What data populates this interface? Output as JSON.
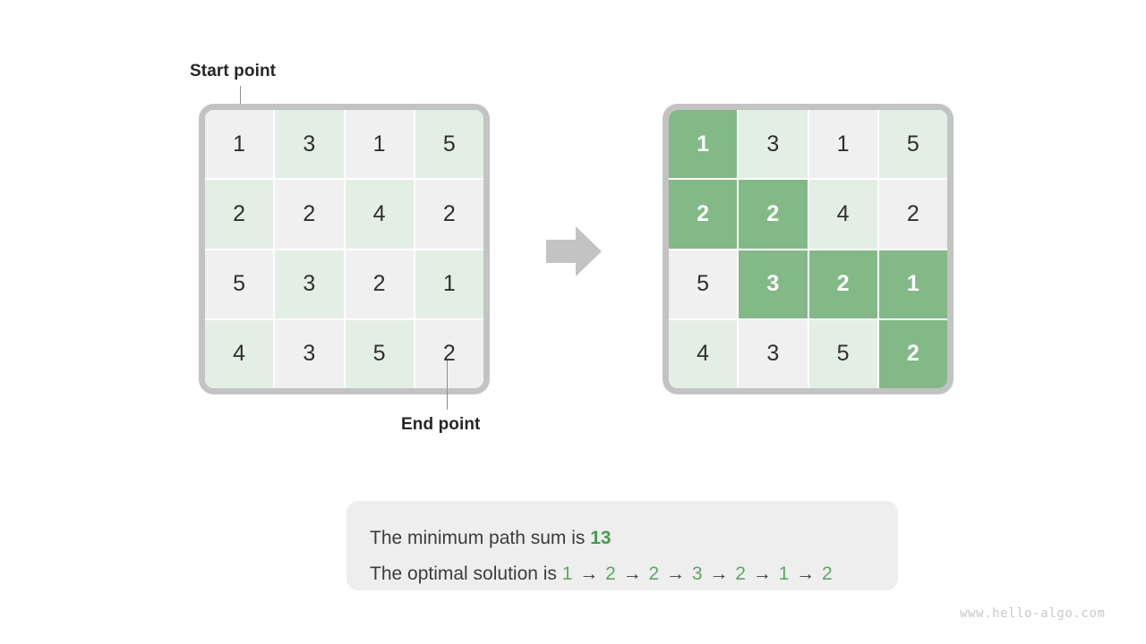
{
  "figure": {
    "title_left_label": "Start point",
    "title_end_label": "End point",
    "arrow_icon": "right-block-arrow",
    "watermark": "www.hello-algo.com"
  },
  "colors": {
    "cell_gray": "#f0f0f0",
    "cell_green_tint": "#e3efe4",
    "path_green": "#83b987",
    "frame_gray": "#c3c3c3",
    "accent_green": "#4a9a52",
    "text_dark": "#3c3c3c",
    "caption_bg": "#eeeeee",
    "arrow_gray": "#c3c3c3"
  },
  "chart_data": {
    "type": "heatmap",
    "title": "Minimum path sum grid",
    "rows": 4,
    "cols": 4,
    "values": [
      [
        1,
        3,
        1,
        5
      ],
      [
        2,
        2,
        4,
        2
      ],
      [
        5,
        3,
        2,
        1
      ],
      [
        4,
        3,
        5,
        2
      ]
    ],
    "checker_pattern": [
      [
        "a",
        "b",
        "a",
        "b"
      ],
      [
        "b",
        "a",
        "b",
        "a"
      ],
      [
        "a",
        "b",
        "a",
        "b"
      ],
      [
        "b",
        "a",
        "b",
        "a"
      ]
    ],
    "path_cells": [
      [
        0,
        0
      ],
      [
        1,
        0
      ],
      [
        1,
        1
      ],
      [
        2,
        1
      ],
      [
        2,
        2
      ],
      [
        2,
        3
      ],
      [
        3,
        3
      ]
    ],
    "path_values": [
      1,
      2,
      2,
      3,
      2,
      1,
      2
    ],
    "minimum_path_sum": 13,
    "start_cell": [
      0,
      0
    ],
    "end_cell": [
      3,
      3
    ]
  },
  "grid_left": {
    "name": "input-grid",
    "cells": [
      {
        "value": "1",
        "shade": "a",
        "path": false
      },
      {
        "value": "3",
        "shade": "b",
        "path": false
      },
      {
        "value": "1",
        "shade": "a",
        "path": false
      },
      {
        "value": "5",
        "shade": "b",
        "path": false
      },
      {
        "value": "2",
        "shade": "b",
        "path": false
      },
      {
        "value": "2",
        "shade": "a",
        "path": false
      },
      {
        "value": "4",
        "shade": "b",
        "path": false
      },
      {
        "value": "2",
        "shade": "a",
        "path": false
      },
      {
        "value": "5",
        "shade": "a",
        "path": false
      },
      {
        "value": "3",
        "shade": "b",
        "path": false
      },
      {
        "value": "2",
        "shade": "a",
        "path": false
      },
      {
        "value": "1",
        "shade": "b",
        "path": false
      },
      {
        "value": "4",
        "shade": "b",
        "path": false
      },
      {
        "value": "3",
        "shade": "a",
        "path": false
      },
      {
        "value": "5",
        "shade": "b",
        "path": false
      },
      {
        "value": "2",
        "shade": "a",
        "path": false
      }
    ]
  },
  "grid_right": {
    "name": "solution-grid",
    "cells": [
      {
        "value": "1",
        "shade": "a",
        "path": true
      },
      {
        "value": "3",
        "shade": "b",
        "path": false
      },
      {
        "value": "1",
        "shade": "a",
        "path": false
      },
      {
        "value": "5",
        "shade": "b",
        "path": false
      },
      {
        "value": "2",
        "shade": "b",
        "path": true
      },
      {
        "value": "2",
        "shade": "a",
        "path": true
      },
      {
        "value": "4",
        "shade": "b",
        "path": false
      },
      {
        "value": "2",
        "shade": "a",
        "path": false
      },
      {
        "value": "5",
        "shade": "a",
        "path": false
      },
      {
        "value": "3",
        "shade": "b",
        "path": true
      },
      {
        "value": "2",
        "shade": "a",
        "path": true
      },
      {
        "value": "1",
        "shade": "b",
        "path": true
      },
      {
        "value": "4",
        "shade": "b",
        "path": false
      },
      {
        "value": "3",
        "shade": "a",
        "path": false
      },
      {
        "value": "5",
        "shade": "b",
        "path": false
      },
      {
        "value": "2",
        "shade": "a",
        "path": true
      }
    ]
  },
  "caption": {
    "line1_prefix": "The minimum path sum is ",
    "line1_value": "13",
    "line2_prefix": "The optimal solution is ",
    "path_sequence": [
      "1",
      "2",
      "2",
      "3",
      "2",
      "1",
      "2"
    ],
    "separator": "→"
  }
}
